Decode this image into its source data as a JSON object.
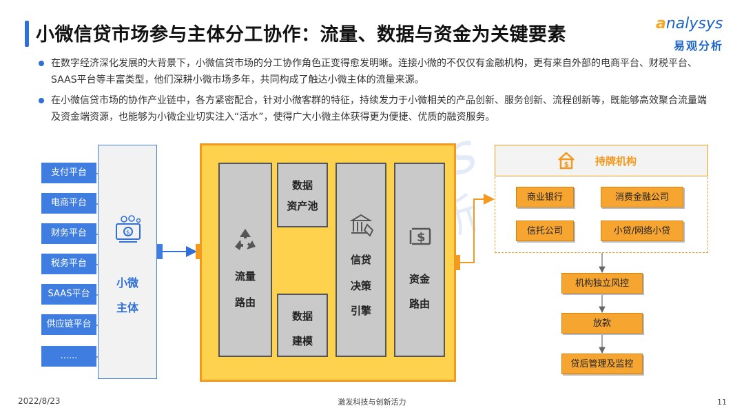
{
  "title": "小微信贷市场参与主体分工协作：流量、数据与资金为关键要素",
  "logo": {
    "en_a": "a",
    "en_rest": "nalysys",
    "cn": "易观分析"
  },
  "bullets": [
    "在数字经济深化发展的大背景下，小微信贷市场的分工协作角色正变得愈发明晰。连接小微的不仅仅有金融机构，更有来自外部的电商平台、财税平台、SAAS平台等丰富类型，他们深耕小微市场多年，共同构成了触达小微主体的流量来源。",
    "在小微信贷市场的协作产业链中，各方紧密配合，针对小微客群的特征，持续发力于小微相关的产品创新、服务创新、流程创新等，既能够高效聚合流量端及资金端资源，也能够为小微企业切实注入“活水”，使得广大小微主体获得更为便捷、优质的融资服务。"
  ],
  "platforms": [
    "支付平台",
    "电商平台",
    "财务平台",
    "税务平台",
    "SAAS平台",
    "供应链平台",
    "......"
  ],
  "main_entity": {
    "line1": "小微",
    "line2": "主体"
  },
  "core": {
    "traffic": [
      "流量",
      "路由"
    ],
    "asset_pool": [
      "数据",
      "资产池"
    ],
    "modeling": [
      "数据",
      "建模"
    ],
    "decision": [
      "信贷",
      "决策",
      "引擎"
    ],
    "funds": [
      "资金",
      "路由"
    ]
  },
  "institutions": {
    "title": "持牌机构",
    "items": [
      "商业银行",
      "消费金融公司",
      "信托公司",
      "小贷/网络小贷"
    ]
  },
  "steps": [
    "机构独立风控",
    "放款",
    "贷后管理及监控"
  ],
  "watermark": {
    "en": "analysys",
    "cn": "易观分析"
  },
  "footer": {
    "date": "2022/8/23",
    "slogan": "激发科技与创新活力",
    "page": "11"
  },
  "colors": {
    "blue": "#3f7de0",
    "orange": "#f39a1e",
    "yellow": "#ffd24d",
    "gray": "#c9c9c9"
  }
}
